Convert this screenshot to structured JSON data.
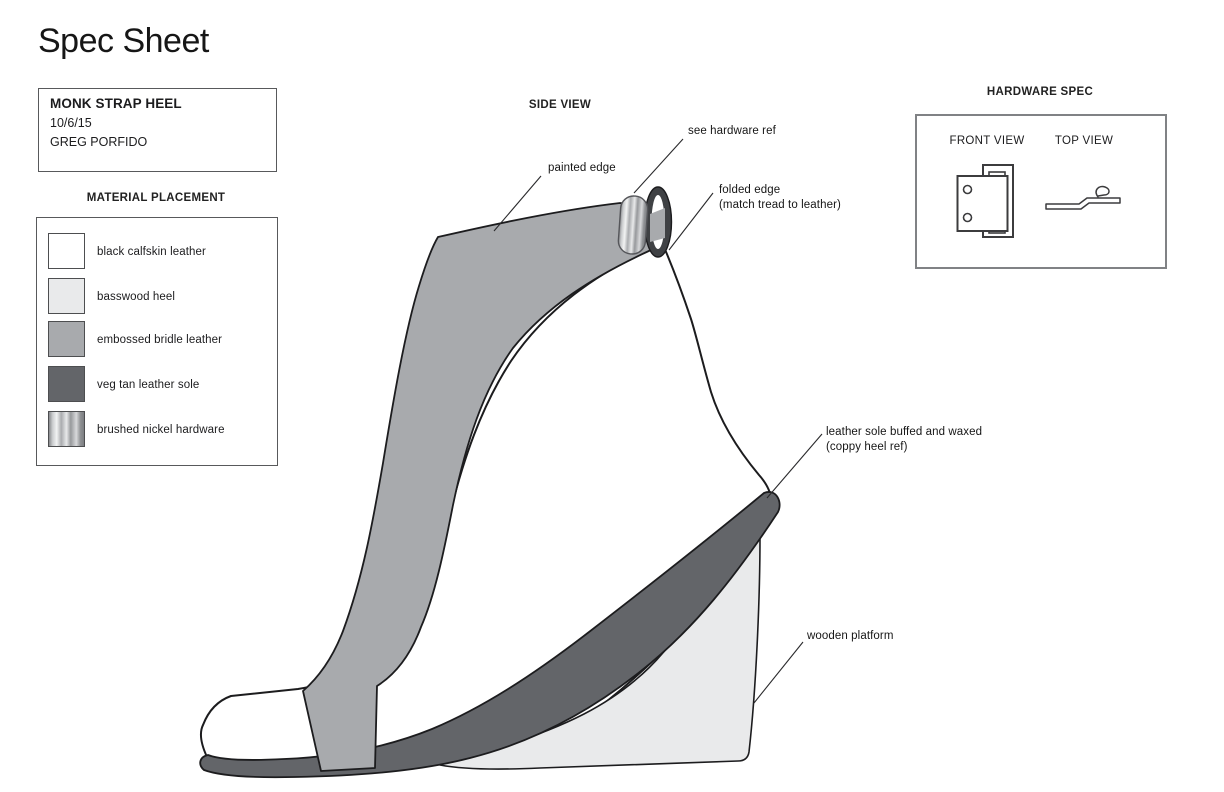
{
  "page": {
    "title": "Spec Sheet"
  },
  "info_box": {
    "product": "MONK STRAP HEEL",
    "date": "10/6/15",
    "author": "GREG PORFIDO"
  },
  "material_placement": {
    "title": "MATERIAL PLACEMENT",
    "materials": [
      {
        "name": "black calfskin leather",
        "swatch": "#ffffff"
      },
      {
        "name": "basswood heel",
        "swatch": "#e9eaeb"
      },
      {
        "name": "embossed bridle leather",
        "swatch": "#a8aaad"
      },
      {
        "name": "veg tan leather sole",
        "swatch": "#636569"
      },
      {
        "name": "brushed nickel hardware",
        "swatch": "brushed-nickel"
      }
    ]
  },
  "side_view": {
    "title": "SIDE VIEW",
    "annotations": {
      "hardware_ref": "see hardware ref",
      "painted_edge": "painted edge",
      "folded_edge_1": "folded edge",
      "folded_edge_2": "(match tread to leather)",
      "sole_1": "leather sole buffed and waxed",
      "sole_2": "(coppy heel ref)",
      "platform": "wooden platform"
    }
  },
  "hardware_spec": {
    "title": "HARDWARE SPEC",
    "front_view": "FRONT VIEW",
    "top_view": "TOP VIEW"
  },
  "colors": {
    "outline": "#1c1c1e",
    "upper_white": "#ffffff",
    "strap_gray": "#a8aaad",
    "wedge_light": "#e9eaeb",
    "sole_dark": "#636569",
    "loop_dark": "#3f4144",
    "leader_line": "#2a2a2c",
    "hardware_line": "#3c3c3e"
  }
}
